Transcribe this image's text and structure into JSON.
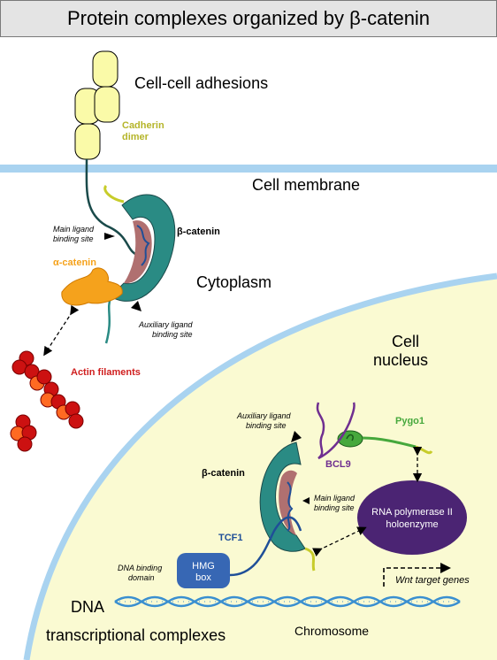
{
  "title": "Protein complexes organized by β-catenin",
  "labels": {
    "cell_cell_adhesions": "Cell-cell adhesions",
    "cadherin_dimer_1": "Cadherin",
    "cadherin_dimer_2": "dimer",
    "cell_membrane": "Cell membrane",
    "beta_catenin_top": "β-catenin",
    "main_ligand_top_1": "Main ligand",
    "main_ligand_top_2": "binding site",
    "alpha_catenin": "α-catenin",
    "cytoplasm": "Cytoplasm",
    "auxiliary_ligand_top_1": "Auxiliary ligand",
    "auxiliary_ligand_top_2": "binding site",
    "actin_filaments": "Actin filaments",
    "cell_nucleus_1": "Cell",
    "cell_nucleus_2": "nucleus",
    "auxiliary_ligand_bottom_1": "Auxiliary ligand",
    "auxiliary_ligand_bottom_2": "binding site",
    "pygo1": "Pygo1",
    "bcl9": "BCL9",
    "beta_catenin_bottom": "β-catenin",
    "main_ligand_bottom_1": "Main ligand",
    "main_ligand_bottom_2": "binding site",
    "rna_pol_1": "RNA polymerase II",
    "rna_pol_2": "holoenzyme",
    "tcf1": "TCF1",
    "dna_binding_1": "DNA binding",
    "dna_binding_2": "domain",
    "hmg_1": "HMG",
    "hmg_2": "box",
    "wnt_target_genes": "Wnt target genes",
    "dna": "DNA",
    "transcriptional_complexes": "transcriptional complexes",
    "chromosome": "Chromosome"
  },
  "colors": {
    "cadherin": "#fafaa8",
    "membrane": "#a9d3f0",
    "nucleus": "#fafad2",
    "beta_catenin": "#2a8b84",
    "ligand_groove": "#b07070",
    "alpha_catenin": "#f5a21c",
    "actin": "#cc1111",
    "actin_highlight": "#ff6a22",
    "rna_polymerase": "#4b2473",
    "hmg_box": "#3767b4",
    "tcf1_chain": "#1f4f98",
    "bcl9_chain": "#6f2e90",
    "pygo1": "#46a83c",
    "tail_yellow": "#c7cc2a",
    "dna_strand": "#3a8fd0"
  }
}
